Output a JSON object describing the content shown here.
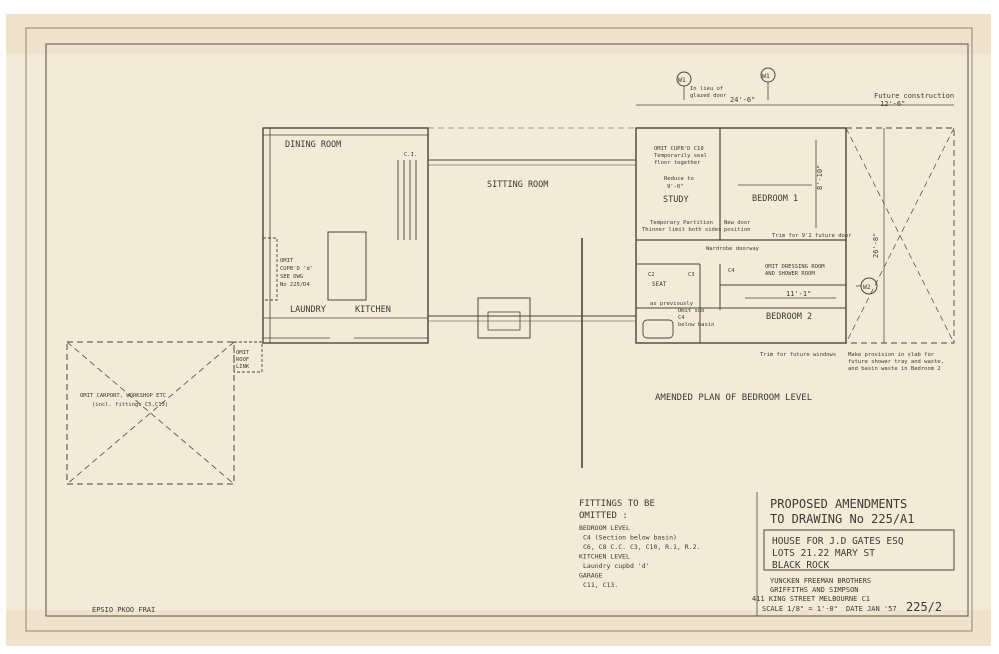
{
  "rooms": {
    "dining": "DINING ROOM",
    "sitting": "SITTING ROOM",
    "laundry": "LAUNDRY",
    "kitchen": "KITCHEN",
    "study": "STUDY",
    "bedroom1": "BEDROOM 1",
    "bedroom2": "BEDROOM 2",
    "seat": "SEAT"
  },
  "notes": {
    "ci": "C.I.",
    "omit_cupbd_1": "OMIT",
    "omit_cupbd_2": "CUPB'D 'd'",
    "omit_cupbd_3": "SEE DWG",
    "omit_cupbd_4": "No 225/D4",
    "omit_roof_1": "OMIT",
    "omit_roof_2": "ROOF",
    "omit_roof_3": "LINK",
    "carport_1": "OMIT CARPORT, WORKSHOP ETC",
    "carport_2": "(incl. fittings C5,C13)",
    "study_note_1": "OMIT CUPB'D C10",
    "study_note_2": "Temporarily seal",
    "study_note_3": "floor together",
    "reduce_1": "Reduce to",
    "reduce_2": "9'-0\"",
    "partition_1": "Temporary Partition",
    "partition_2": "Thinner limit both sides",
    "new_door_1": "New door",
    "new_door_2": "position",
    "future_door": "Trim for 9'2 future door",
    "dressing_1": "OMIT DRESSING ROOM",
    "dressing_2": "AND SHOWER ROOM",
    "wardrobe": "Wardrobe doorway",
    "as_previously": "as previously",
    "omit_c4_1": "Omit sub",
    "omit_c4_2": "C4",
    "omit_c4_3": "below basin",
    "future_windows": "Trim for future windows",
    "provision_1": "Make provision in slab for",
    "provision_2": "future shower tray and waste,",
    "provision_3": "and basin waste in Bedroom 2",
    "w1": "W1",
    "w1b": "W1",
    "w2": "W2",
    "glazed_1": "In lieu of",
    "glazed_2": "glazed door",
    "dim_main": "24'-6\"",
    "future_construction": "Future construction",
    "dim_future": "12'-6\"",
    "dim_height": "26'-8\"",
    "dim_b1": "8'-10\"",
    "dim_b2": "11'-1\"",
    "c2": "C2",
    "c3": "C3",
    "c4": "C4"
  },
  "amended_title": "AMENDED PLAN OF BEDROOM LEVEL",
  "fittings": {
    "heading_1": "FITTINGS TO BE",
    "heading_2": "OMITTED :",
    "lines": [
      "BEDROOM LEVEL",
      "C4 (Section below basin)",
      "C6, C8 C.C. C3, C10, R.1, R.2.",
      "KITCHEN LEVEL",
      "Laundry cupbd 'd'",
      "GARAGE",
      "C11, C13."
    ]
  },
  "title_block": {
    "title_1": "PROPOSED AMENDMENTS",
    "title_2": "TO DRAWING No 225/A1",
    "house_1": "HOUSE FOR J.D GATES ESQ",
    "house_2": "LOTS 21.22 MARY ST",
    "house_3": "BLACK ROCK",
    "architect_1": "YUNCKEN FREEMAN BROTHERS",
    "architect_2": "GRIFFITHS AND SIMPSON",
    "architect_3": "411 KING STREET MELBOURNE C1",
    "scale": "SCALE 1/8\" = 1'-0\"",
    "date": "DATE  JAN '57",
    "sheet_no": "225/2"
  },
  "stamp": "EPSIO PKOO FRAI",
  "colors": {
    "paper": "#f3ead8",
    "paper_edge": "#e6d7b8",
    "ink": "#4a463e",
    "faint_ink": "#8c8576"
  }
}
